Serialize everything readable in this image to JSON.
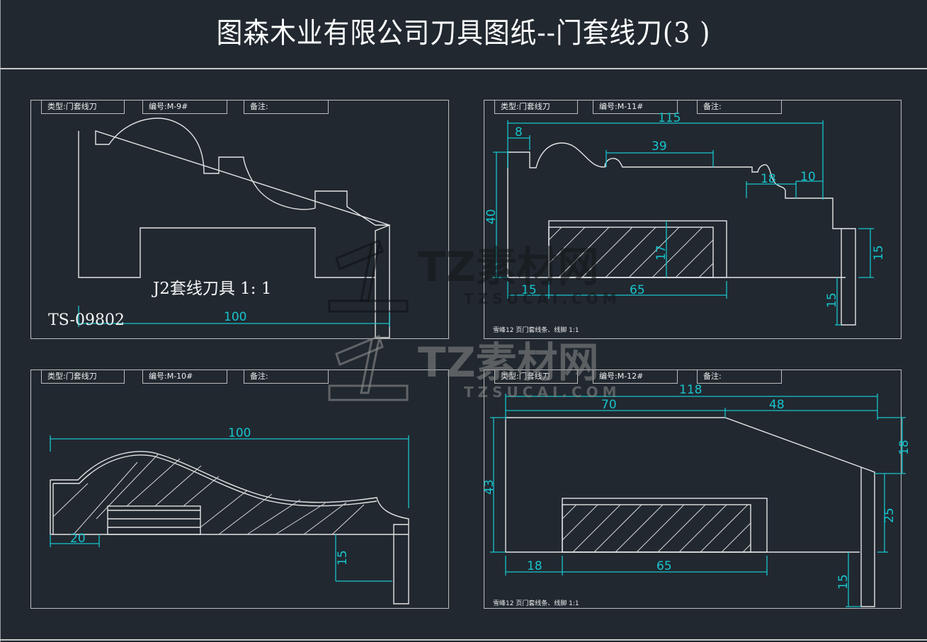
{
  "title": "图森木业有限公司刀具图纸--门套线刀(3 )",
  "colors": {
    "background": "#212830",
    "line": "#e4e4e4",
    "dimension": "#18c4cc"
  },
  "header_labels": {
    "type": "类型:",
    "number": "编号:",
    "remark": "备注:"
  },
  "panels": [
    {
      "type": "门套线刀",
      "number": "M-9#",
      "remark": "",
      "caption": "J2套线刀具 1: 1",
      "code": "TS-09802",
      "dims": {
        "width": "100"
      }
    },
    {
      "type": "门套线刀",
      "number": "M-11#",
      "remark": "",
      "caption": "雪峰12 页门套线条、线脚   1:1",
      "dims": {
        "total": "115",
        "left_step": "8",
        "flat": "39",
        "ledge": "18",
        "right_step": "10",
        "height": "40",
        "board_h": "17",
        "left_offset": "15",
        "board_w": "65",
        "right_h": "15",
        "bottom_h": "15"
      }
    },
    {
      "type": "门套线刀",
      "number": "M-10#",
      "remark": "",
      "dims": {
        "width": "100",
        "left_step": "20",
        "bottom_h": "15"
      }
    },
    {
      "type": "门套线刀",
      "number": "M-12#",
      "remark": "",
      "caption": "雪峰12 页门套线条、线脚   1:1",
      "dims": {
        "total": "118",
        "flat": "70",
        "slope": "48",
        "height": "43",
        "slope_h": "18",
        "right_h": "25",
        "left_offset": "18",
        "board_w": "65",
        "bottom_h": "15"
      }
    }
  ],
  "watermark": {
    "brand": "TZ素材网",
    "url": "TZSUCAI.COM"
  }
}
